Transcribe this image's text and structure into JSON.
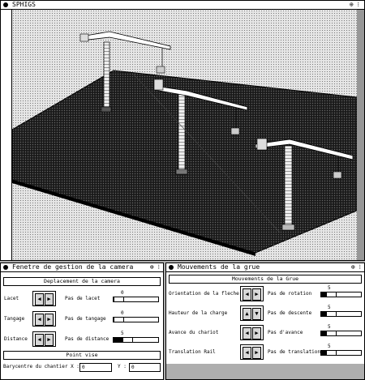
{
  "scene_window": {
    "title": "SPHIGS",
    "controls": "⊕ ⁝"
  },
  "camera_panel": {
    "title": "Fenetre de gestion de la camera",
    "controls": "⊕ ⁝",
    "section_displacement": "Deplacement de la camera",
    "rows": [
      {
        "label": "Lacet",
        "pas": "Pas de lacet",
        "value": "0",
        "level": 0.1
      },
      {
        "label": "Tangage",
        "pas": "Pas de tangage",
        "value": "0",
        "level": 0.1
      },
      {
        "label": "Distance",
        "pas": "Pas de distance",
        "value": "5",
        "level": 0.3
      }
    ],
    "section_point": "Point vise",
    "barycentre_label": "Barycentre du chantier X :",
    "x_value": "0",
    "y_label": "Y :",
    "y_value": "0"
  },
  "grue_panel": {
    "title": "Mouvements de la grue",
    "controls": "⊕ ⁝",
    "section": "Mouvements de la Grue",
    "rows": [
      {
        "label": "Orientation de la fleche",
        "pas": "Pas de rotation",
        "value": "5",
        "level": 0.25
      },
      {
        "label": "Hauteur de la charge",
        "pas": "Pas de descente",
        "value": "5",
        "level": 0.25
      },
      {
        "label": "Avance du chariot",
        "pas": "Pas d'avance",
        "value": "5",
        "level": 0.25
      },
      {
        "label": "Translation Rail",
        "pas": "Pas de translation",
        "value": "5",
        "level": 0.25
      }
    ]
  },
  "icons": {
    "left": "◀",
    "right": "▶",
    "up": "▲",
    "down": "▼"
  }
}
